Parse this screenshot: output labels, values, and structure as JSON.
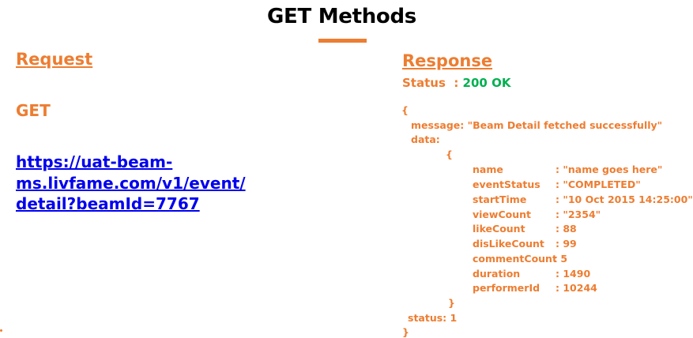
{
  "title": "GET Methods",
  "request": {
    "heading": "Request",
    "method": "GET",
    "url": "https://uat-beam-ms.livfame.com/v1/event/detail?beamId=7767"
  },
  "response": {
    "heading": "Response",
    "status_label": "Status  : ",
    "status_code": "200 OK",
    "json": {
      "open_brace": "{",
      "message_line": "message: \"Beam Detail fetched successfully\"",
      "data_label": "data:",
      "inner_open": "{",
      "fields": [
        {
          "key": "name",
          "value": ": \"name goes here\""
        },
        {
          "key": "eventStatus",
          "value": ": \"COMPLETED\""
        },
        {
          "key": "startTime",
          "value": ": \"10 Oct 2015 14:25:00\""
        },
        {
          "key": "viewCount",
          "value": ": \"2354\""
        },
        {
          "key": "likeCount",
          "value": ": 88"
        },
        {
          "key": "disLikeCount",
          "value": ": 99"
        },
        {
          "key": "commentCount",
          "value": ": 5"
        },
        {
          "key": "duration",
          "value": ": 1490"
        },
        {
          "key": "performerId",
          "value": ": 10244"
        }
      ],
      "inner_close": "}",
      "status_line": "status: 1",
      "close_brace": "}"
    }
  },
  "colors": {
    "accent": "#ED7D31",
    "link": "#0000EE",
    "success": "#00B050",
    "text": "#000000"
  }
}
